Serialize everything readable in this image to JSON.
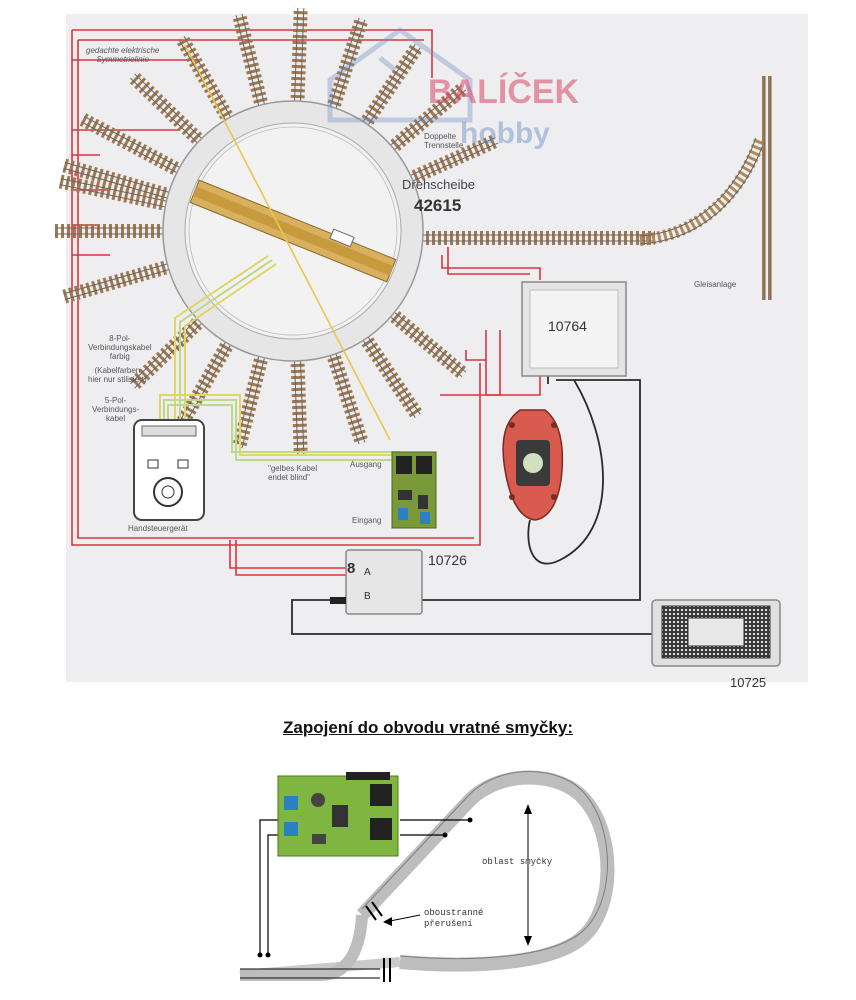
{
  "turntable": {
    "symmetry_label": "gedachte elektrische\nSymmetrielinie",
    "separator_label": "Doppelte\nTrennstelle",
    "name_label": "Drehscheibe",
    "part_number": "42615",
    "track_label": "Gleisanlage"
  },
  "controller_box": {
    "part_number": "10764"
  },
  "hand_controller": {
    "cable8_label": "8-Pol-\nVerbindungskabel\nfarbig",
    "colors_note": "(Kabelfarben\nhier nur stilisiert)",
    "cable5_label": "5-Pol-\nVerbindungs-\nkabel",
    "device_label": "Handsteuergerät"
  },
  "module": {
    "yellow_cable_note": "\"gelbes Kabel\nendet blind\"",
    "output_label": "Ausgang",
    "input_label": "Eingang"
  },
  "booster": {
    "part_number": "10726",
    "terminal_8": "8",
    "terminal_a": "A",
    "terminal_b": "B"
  },
  "transformer": {
    "part_number": "10725"
  },
  "watermark": {
    "brand_line1": "BALÍČEK",
    "brand_line2": "hobby"
  },
  "section_heading": "Zapojení do obvodu vratné smyčky:",
  "loop_diagram": {
    "loop_area_label": "oblast smyčky",
    "gap_label": "oboustranné\npřerušení"
  },
  "colors": {
    "wire_red": "#d9363e",
    "wire_dark": "#2a2a2a",
    "track_tie": "#b08a5a",
    "bridge": "#d9b060",
    "loop_track": "#bdbdbd"
  }
}
